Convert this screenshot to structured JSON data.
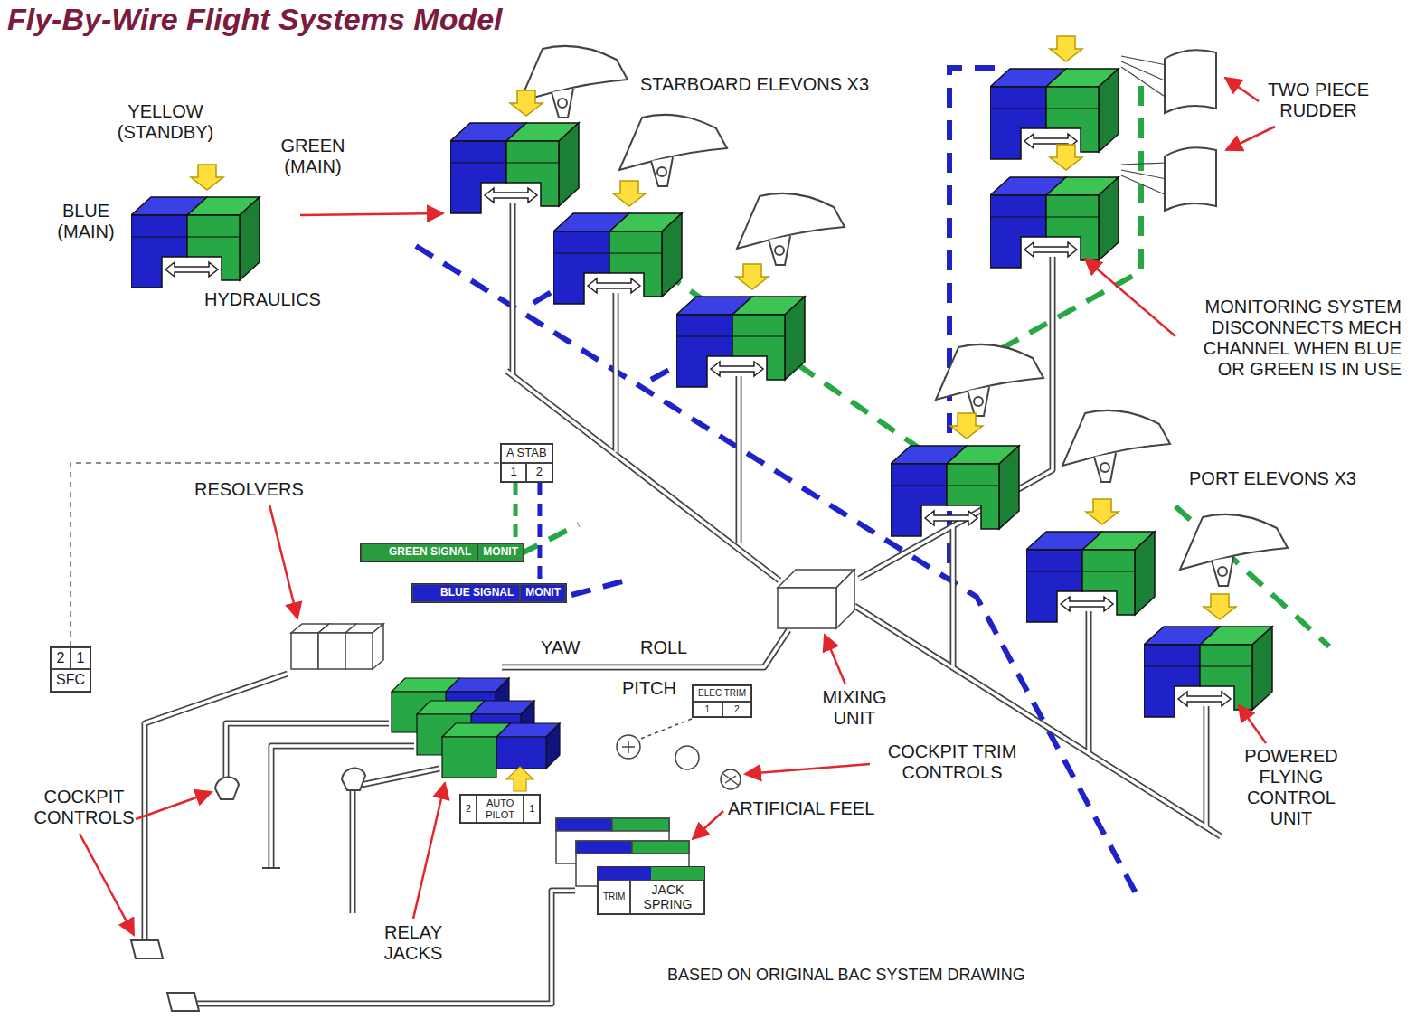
{
  "diagram": {
    "title": "Fly-By-Wire Flight Systems Model",
    "caption": "BASED ON ORIGINAL BAC SYSTEM DRAWING",
    "nodes": [
      {
        "text": [
          "A STAB",
          "1",
          "2"
        ]
      },
      {
        "text": [
          "GREEN SIGNAL",
          "MONIT"
        ]
      },
      {
        "text": [
          "BLUE SIGNAL",
          "MONIT"
        ]
      },
      {
        "text": [
          "2",
          "1",
          "SFC"
        ]
      },
      {
        "text": [
          "ELEC TRIM",
          "1",
          "2"
        ]
      },
      {
        "text": [
          "2",
          "AUTO PILOT",
          "1"
        ]
      },
      {
        "text": [
          "TRIM",
          "JACK SPRING"
        ]
      }
    ],
    "edges": [
      {
        "from": 3,
        "to": 0,
        "arrow": "none"
      },
      {
        "from": 0,
        "to": 1,
        "arrow": "none"
      },
      {
        "from": 0,
        "to": 2,
        "arrow": "none"
      }
    ],
    "labels": [
      "YELLOW (STANDBY)",
      "GREEN (MAIN)",
      "BLUE (MAIN)",
      "HYDRAULICS",
      "STARBOARD ELEVONS X3",
      "TWO PIECE RUDDER",
      "MONITORING SYSTEM DISCONNECTS MECH CHANNEL WHEN BLUE OR GREEN IS IN USE",
      "RESOLVERS",
      "PORT ELEVONS X3",
      "YAW",
      "ROLL",
      "PITCH",
      "MIXING UNIT",
      "COCKPIT TRIM CONTROLS",
      "POWERED FLYING CONTROL UNIT",
      "ARTIFICIAL FEEL",
      "COCKPIT CONTROLS",
      "RELAY JACKS"
    ]
  }
}
